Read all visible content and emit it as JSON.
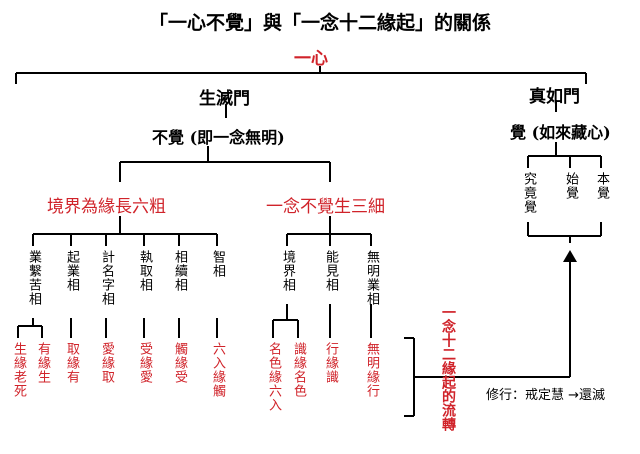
{
  "title": "「一心不覺」與「一念十二緣起」的關係",
  "root": "一心",
  "left_branch": "生滅門",
  "right_branch": "真如門",
  "bujue": "不覺 (即一念無明)",
  "jue": "覺 (如來藏心)",
  "six_coarse": "境界為緣長六粗",
  "three_subtle": "一念不覺生三細",
  "jue_items": [
    "究竟覺",
    "始覺",
    "本覺"
  ],
  "six_coarse_items": [
    "業繫苦相",
    "起業相",
    "計名字相",
    "執取相",
    "相續相",
    "智相"
  ],
  "three_subtle_items": [
    "境界相",
    "能見相",
    "無明業相"
  ],
  "links_left": [
    "生緣老死",
    "有緣生",
    "取緣有",
    "愛緣取",
    "受緣愛",
    "觸緣受",
    "六入緣觸"
  ],
  "links_right": [
    "名色緣六入",
    "識緣名色",
    "行緣識",
    "無明緣行"
  ],
  "flow_label": "一念十二緣起的流轉",
  "practice_note": "修行：戒定慧 →還滅",
  "colors": {
    "red": "#d0232a",
    "black": "#000000"
  }
}
